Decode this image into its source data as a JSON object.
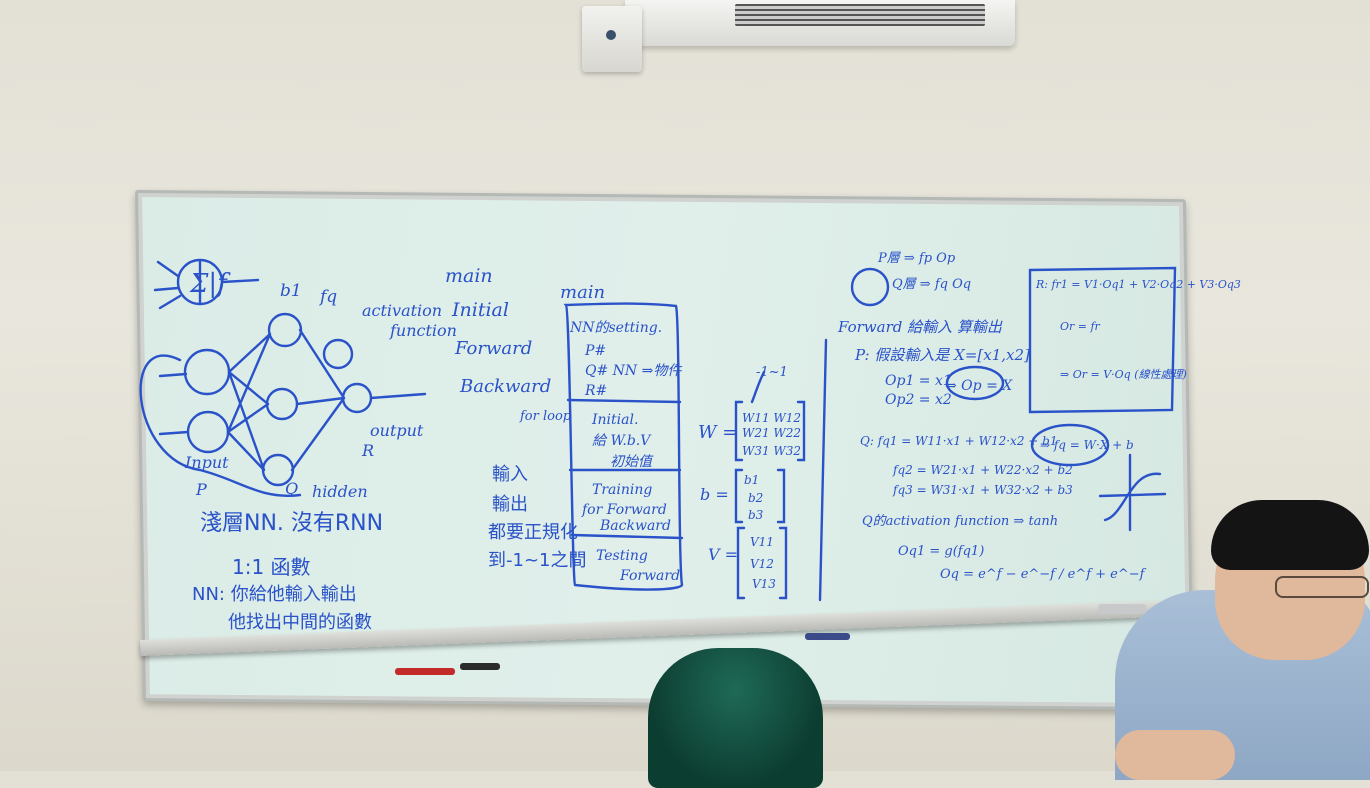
{
  "board": {
    "title_left": "main",
    "steps": [
      "Initial",
      "Forward",
      "Backward"
    ],
    "title_mid": "main",
    "setting": [
      "NN的setting.",
      "P#",
      "Q#  NN ⇒物件",
      "R#"
    ],
    "initial": [
      "Initial.",
      "給 W.b.V",
      "初始值"
    ],
    "training": [
      "Training",
      "for Forward",
      "Backward"
    ],
    "testing": [
      "Testing",
      "Forward"
    ],
    "loop_label": "for loop",
    "labels_nn": [
      "b1",
      "fq",
      "activation",
      "function",
      "Input",
      "hidden",
      "output",
      "P",
      "Q",
      "R"
    ],
    "notes_left": [
      "淺層NN. 沒有RNN",
      "1:1 函數",
      "NN: 你給他輸入輸出",
      "他找出中間的函數"
    ],
    "notes_mid": [
      "輸入",
      "輸出",
      "都要正規化",
      "到-1~1之間"
    ],
    "matrices": [
      "W =",
      "-1~1",
      "b =",
      "V ="
    ],
    "right_top": [
      "P層 ⇒ fp Op",
      "Q層 ⇒ fq Oq"
    ],
    "forward": [
      "Forward 給輸入 算輸出",
      "P: 假設輸入是 X=[x1,x2]",
      "Op1 = x1",
      "Op2 = x2",
      "⇒ Op = X"
    ],
    "q_eq": [
      "Q: fq1 = W11·x1 + W12·x2 + b1",
      "fq2 = W21·x1 + W22·x2 + b2",
      "fq3 = W31·x1 + W32·x2 + b3",
      "⇒ fq = W·X + b"
    ],
    "activation": [
      "Q的activation function ⇒ tanh",
      "Oq1 = g(fq1)",
      "Oq = e^f − e^−f / e^f + e^−f"
    ],
    "r_eq": [
      "R: fr1 = V1·Oq1 + V2·Oq2 + V3·Oq3",
      "Or = fr",
      "⇒ Or = V·Oq (線性處理)"
    ]
  },
  "colors": {
    "ink": "#2a52c9",
    "board": "#dbece7",
    "wall": "#e6e4da"
  }
}
